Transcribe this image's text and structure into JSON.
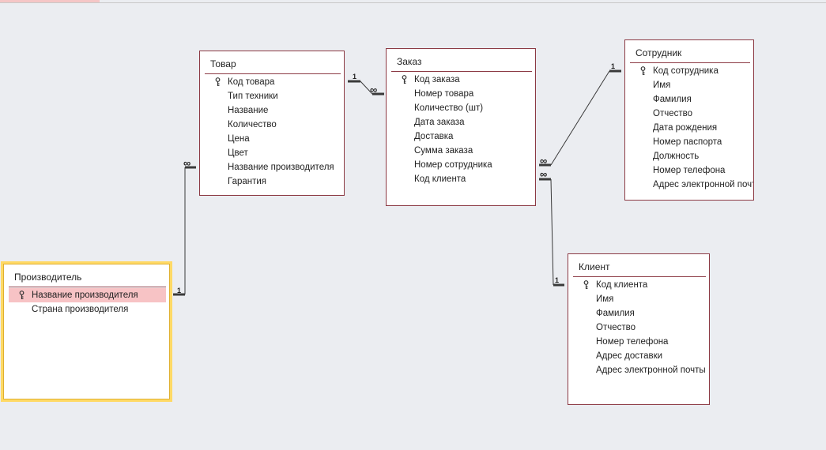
{
  "tables": {
    "tovar": {
      "title": "Товар",
      "fields": [
        {
          "label": "Код товара",
          "key": true
        },
        {
          "label": "Тип техники"
        },
        {
          "label": "Название"
        },
        {
          "label": "Количество"
        },
        {
          "label": "Цена"
        },
        {
          "label": "Цвет"
        },
        {
          "label": "Название производителя"
        },
        {
          "label": "Гарантия"
        }
      ]
    },
    "zakaz": {
      "title": "Заказ",
      "fields": [
        {
          "label": "Код заказа",
          "key": true
        },
        {
          "label": "Номер товара"
        },
        {
          "label": "Количество (шт)"
        },
        {
          "label": "Дата заказа"
        },
        {
          "label": "Доставка"
        },
        {
          "label": "Сумма заказа"
        },
        {
          "label": "Номер сотрудника"
        },
        {
          "label": "Код клиента"
        }
      ]
    },
    "sotrudnik": {
      "title": "Сотрудник",
      "fields": [
        {
          "label": "Код сотрудника",
          "key": true
        },
        {
          "label": "Имя"
        },
        {
          "label": "Фамилия"
        },
        {
          "label": "Отчество"
        },
        {
          "label": "Дата рождения"
        },
        {
          "label": "Номер паспорта"
        },
        {
          "label": "Должность"
        },
        {
          "label": "Номер телефона"
        },
        {
          "label": "Адрес электронной почты"
        }
      ]
    },
    "proizvoditel": {
      "title": "Производитель",
      "fields": [
        {
          "label": "Название производителя",
          "key": true,
          "highlighted": true
        },
        {
          "label": "Страна производителя"
        }
      ]
    },
    "klient": {
      "title": "Клиент",
      "fields": [
        {
          "label": "Код клиента",
          "key": true
        },
        {
          "label": "Имя"
        },
        {
          "label": "Фамилия"
        },
        {
          "label": "Отчество"
        },
        {
          "label": "Номер телефона"
        },
        {
          "label": "Адрес доставки"
        },
        {
          "label": "Адрес электронной почты"
        }
      ]
    }
  },
  "relationships": {
    "one_label": "1",
    "many_label": "∞"
  },
  "colors": {
    "border": "#8c3a44",
    "selection": "#ffd965",
    "highlight": "#f7c3c5",
    "line": "#3a3a3a"
  }
}
